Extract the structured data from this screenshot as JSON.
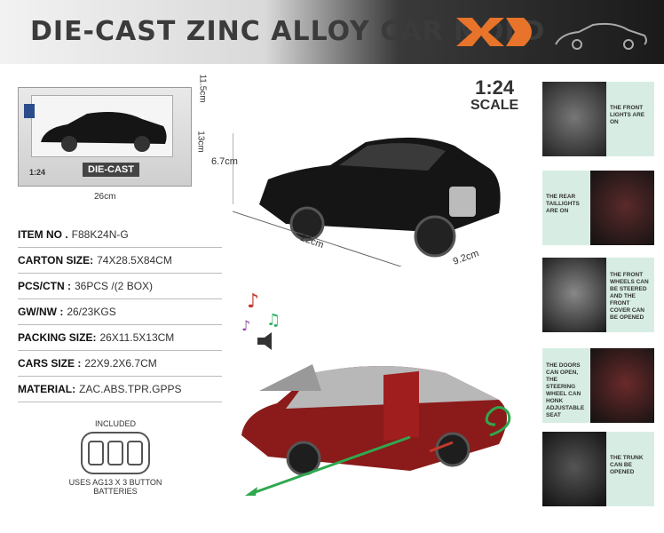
{
  "header": {
    "title": "DIE-CAST ZINC ALLOY CAR MOLD"
  },
  "box": {
    "scale": "1:24",
    "logo_text": "DIE-CAST",
    "dims": {
      "height": "11.5cm",
      "depth": "13cm",
      "width": "26cm"
    }
  },
  "car_dims": {
    "height": "6.7cm",
    "length": "22cm",
    "width": "9.2cm"
  },
  "scale": {
    "number": "1:24",
    "word": "SCALE"
  },
  "specs": [
    {
      "label": "ITEM NO .",
      "value": "F88K24N-G"
    },
    {
      "label": "CARTON SIZE:",
      "value": "74X28.5X84CM"
    },
    {
      "label": "PCS/CTN :",
      "value": "36PCS /(2 BOX)"
    },
    {
      "label": "GW/NW :",
      "value": "26/23KGS"
    },
    {
      "label": "PACKING SIZE:",
      "value": "26X11.5X13CM"
    },
    {
      "label": "CARS SIZE :",
      "value": "22X9.2X6.7CM"
    },
    {
      "label": "MATERIAL:",
      "value": "ZAC.ABS.TPR.GPPS"
    }
  ],
  "battery": {
    "included": "INCLUDED",
    "note": "USES AG13 X 3 BUTTON BATTERIES"
  },
  "features": [
    {
      "text": "THE FRONT LIGHTS ARE ON"
    },
    {
      "text": "THE REAR TAILLIGHTS ARE ON"
    },
    {
      "text": "THE FRONT WHEELS CAN BE STEERED AND THE FRONT COVER CAN BE OPENED"
    },
    {
      "text": "THE DOORS CAN OPEN, THE STEERING WHEEL CAN HONK ADJUSTABLE SEAT"
    },
    {
      "text": "THE TRUNK CAN BE OPENED"
    }
  ],
  "colors": {
    "accent_orange": "#e8732a",
    "panel_mint": "#d7ede3",
    "car_red": "#8b1a1a",
    "arrow_green": "#2fa84f"
  }
}
